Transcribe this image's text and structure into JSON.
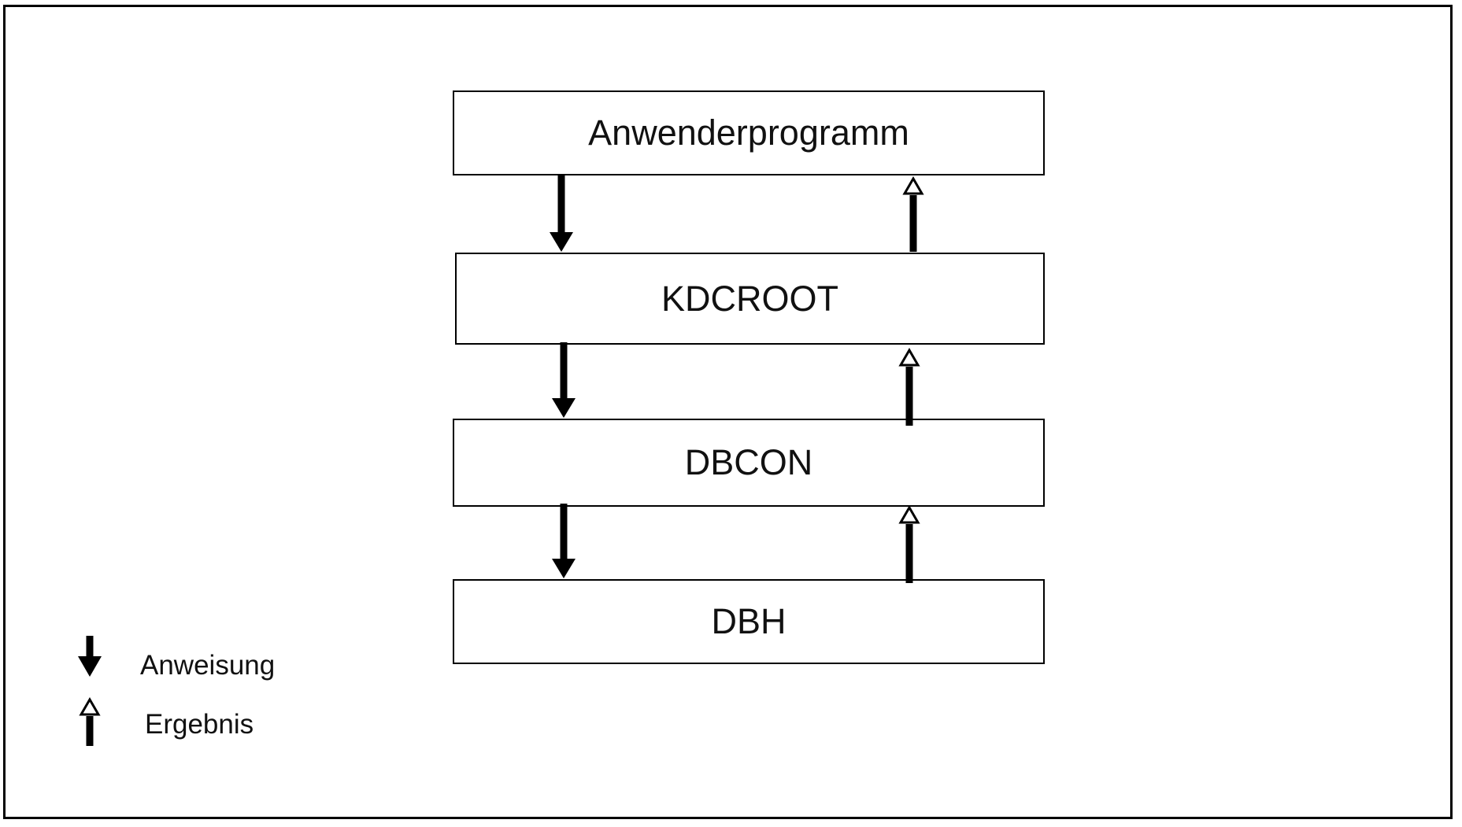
{
  "diagram": {
    "layers": [
      {
        "label": "Anwenderprogramm"
      },
      {
        "label": "KDCROOT"
      },
      {
        "label": "DBCON"
      },
      {
        "label": "DBH"
      }
    ]
  },
  "legend": {
    "items": [
      {
        "icon": "solid-down-arrow-icon",
        "label": "Anweisung"
      },
      {
        "icon": "hollow-head-up-arrow-icon",
        "label": "Ergebnis"
      }
    ]
  }
}
